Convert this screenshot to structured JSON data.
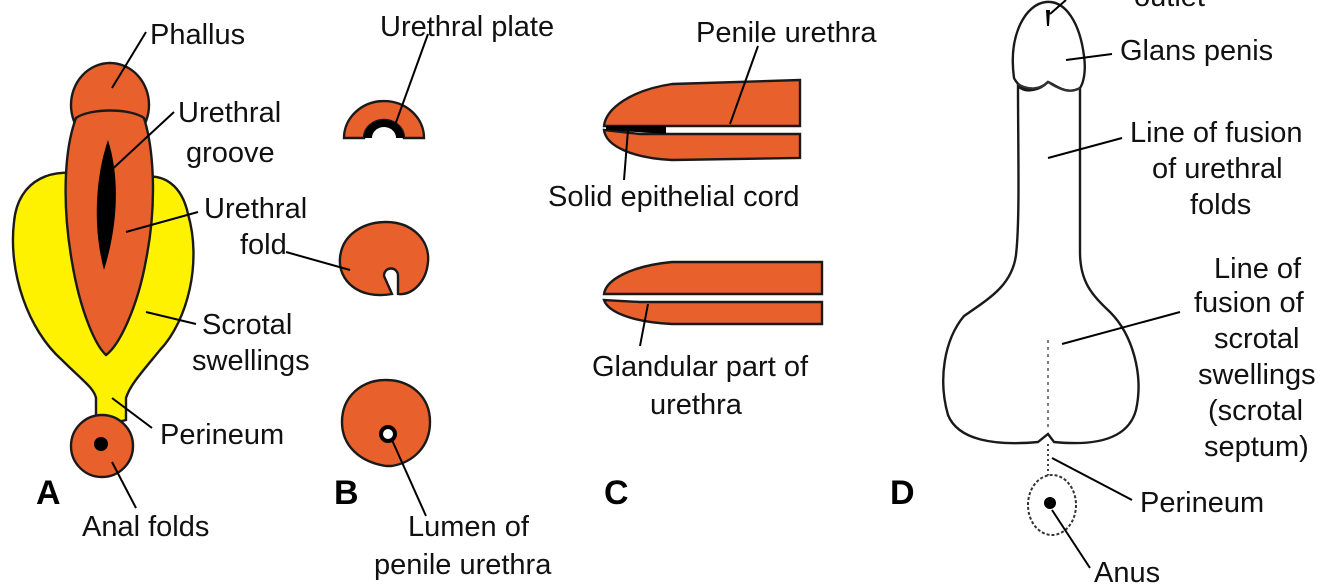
{
  "colors": {
    "tissue": "#e8602c",
    "scrotal": "#fff200",
    "outline": "#1a1a1a",
    "lumen": "#000000",
    "skin": "#ffffff"
  },
  "panels": {
    "a": "A",
    "b": "B",
    "c": "C",
    "d": "D"
  },
  "labels_a": {
    "phallus": "Phallus",
    "urethral_groove_1": "Urethral",
    "urethral_groove_2": "groove",
    "urethral_fold_1": "Urethral",
    "urethral_fold_2": "fold",
    "scrotal_1": "Scrotal",
    "scrotal_2": "swellings",
    "perineum": "Perineum",
    "anal_folds": "Anal folds"
  },
  "labels_b": {
    "urethral_plate": "Urethral plate",
    "lumen_1": "Lumen of",
    "lumen_2": "penile urethra"
  },
  "labels_c": {
    "penile_urethra": "Penile urethra",
    "solid_cord": "Solid epithelial cord",
    "glandular_1": "Glandular part of",
    "glandular_2": "urethra"
  },
  "labels_d": {
    "outlet": "outlet",
    "glans": "Glans penis",
    "fusion_urethral_1": "Line of fusion",
    "fusion_urethral_2": "of urethral",
    "fusion_urethral_3": "folds",
    "fusion_scrotal_1": "Line of",
    "fusion_scrotal_2": "fusion of",
    "fusion_scrotal_3": "scrotal",
    "fusion_scrotal_4": "swellings",
    "fusion_scrotal_5": "(scrotal",
    "fusion_scrotal_6": "septum)",
    "perineum": "Perineum",
    "anus": "Anus"
  }
}
